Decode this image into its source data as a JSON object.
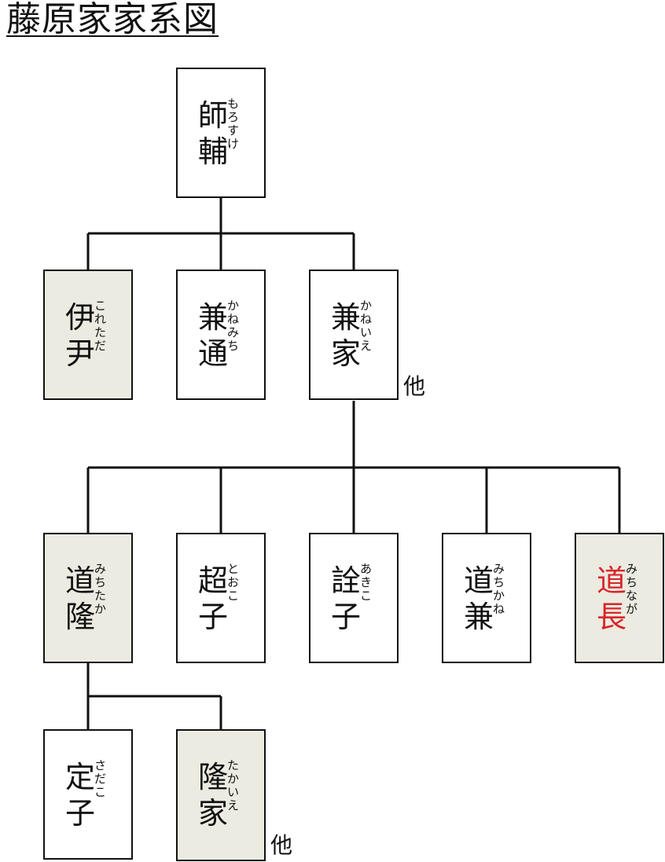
{
  "title": "藤原家家系図",
  "colors": {
    "shaded_box": "#ecebe1",
    "highlight_name": "#d8262a",
    "line": "#111111"
  },
  "people": {
    "moro": {
      "kanji": [
        "師",
        "輔"
      ],
      "reading": [
        "も",
        "ろ",
        "す",
        "け"
      ]
    },
    "koretada": {
      "kanji": [
        "伊",
        "尹"
      ],
      "reading": [
        "こ",
        "れ",
        "た",
        "だ"
      ]
    },
    "kanemichi": {
      "kanji": [
        "兼",
        "通"
      ],
      "reading": [
        "か",
        "ね",
        "み",
        "ち"
      ]
    },
    "kaneie": {
      "kanji": [
        "兼",
        "家"
      ],
      "reading": [
        "か",
        "ね",
        "い",
        "え"
      ]
    },
    "michitaka": {
      "kanji": [
        "道",
        "隆"
      ],
      "reading": [
        "み",
        "ち",
        "た",
        "か"
      ]
    },
    "tooko": {
      "kanji": [
        "超",
        "子"
      ],
      "reading": [
        "と",
        "お",
        "こ"
      ]
    },
    "akiko": {
      "kanji": [
        "詮",
        "子"
      ],
      "reading": [
        "あ",
        "き",
        "こ"
      ]
    },
    "michikane": {
      "kanji": [
        "道",
        "兼"
      ],
      "reading": [
        "み",
        "ち",
        "か",
        "ね"
      ]
    },
    "michinaga": {
      "kanji": [
        "道",
        "長"
      ],
      "reading": [
        "み",
        "ち",
        "な",
        "が"
      ]
    },
    "sadako": {
      "kanji": [
        "定",
        "子"
      ],
      "reading": [
        "さ",
        "だ",
        "こ"
      ]
    },
    "takaie": {
      "kanji": [
        "隆",
        "家"
      ],
      "reading": [
        "た",
        "か",
        "い",
        "え"
      ]
    }
  },
  "others_label_1": "他",
  "others_label_2": "他"
}
